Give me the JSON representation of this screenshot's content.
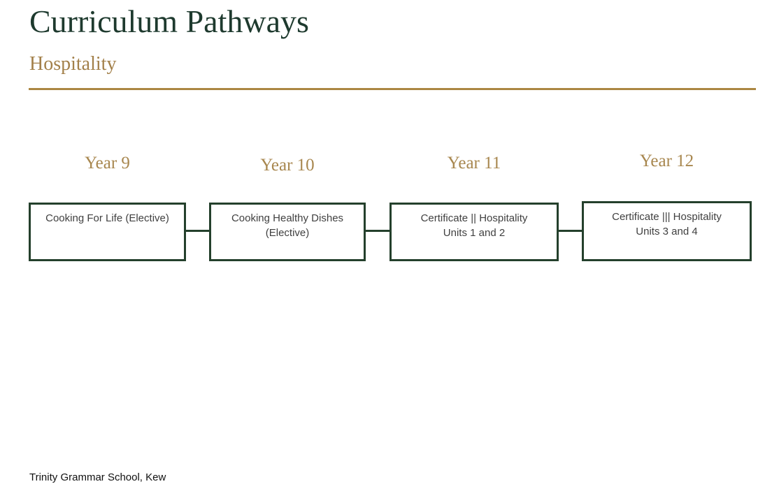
{
  "page": {
    "title": "Curriculum Pathways",
    "subtitle": "Hospitality",
    "footer": "Trinity Grammar School, Kew"
  },
  "colors": {
    "title_green": "#1e3a2e",
    "heading_gold": "#a8874f",
    "rule_gold": "#ab8742",
    "box_border_green": "#24402c",
    "box_text_gray": "#404040",
    "footer_black": "#111111",
    "background": "#ffffff"
  },
  "pathway": {
    "columns": [
      {
        "year": "Year 9",
        "course": "Cooking For Life (Elective)",
        "course_lines": [
          "Cooking For Life (Elective)"
        ]
      },
      {
        "year": "Year 10",
        "course": "Cooking Healthy Dishes (Elective)",
        "course_lines": [
          "Cooking Healthy Dishes",
          "(Elective)"
        ]
      },
      {
        "year": "Year 11",
        "course": "Certificate || Hospitality Units 1 and 2",
        "course_lines": [
          "Certificate || Hospitality",
          "Units 1 and 2"
        ]
      },
      {
        "year": "Year 12",
        "course": "Certificate ||| Hospitality Units 3 and 4",
        "course_lines": [
          "Certificate ||| Hospitality",
          "Units 3 and 4"
        ]
      }
    ]
  }
}
